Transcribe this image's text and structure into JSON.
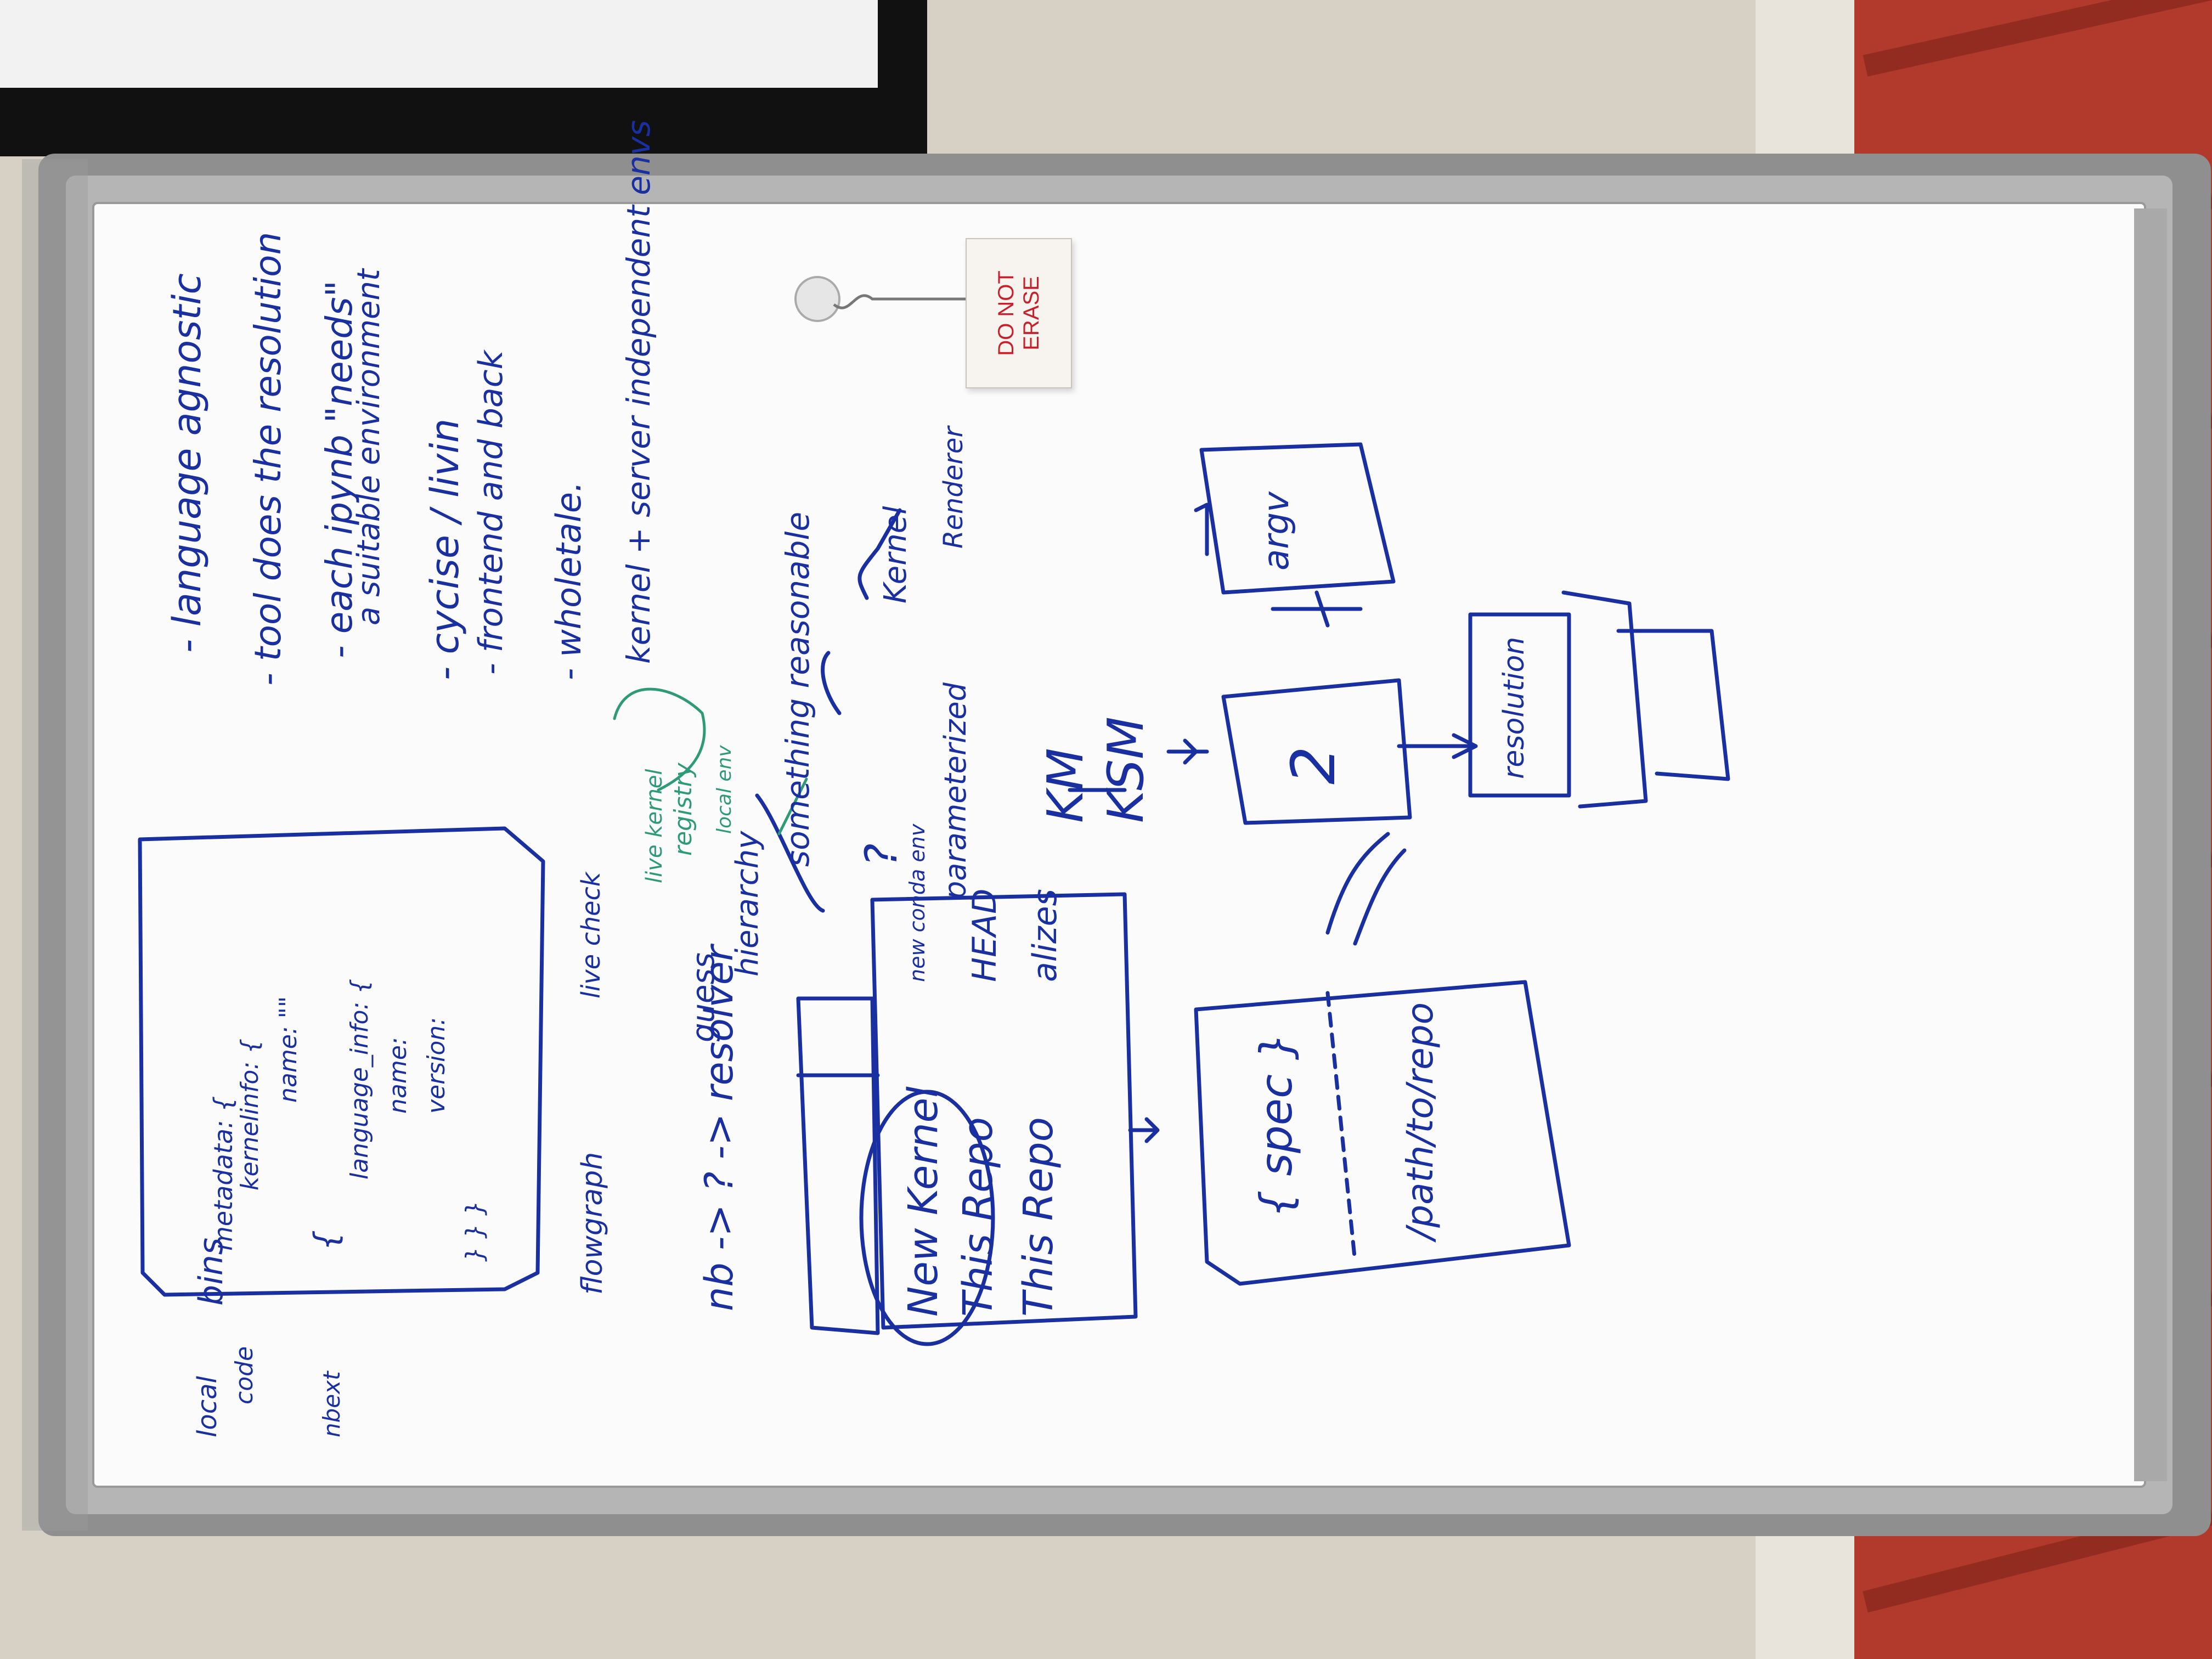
{
  "sign": {
    "line1": "DO NOT",
    "line2": "ERASE"
  },
  "notes": [
    "- language agnostic",
    "- tool does the resolution",
    "- each ipynb \"needs\"",
    "a suitable environment",
    "- cycise / livin",
    "- frontend and back",
    "- wholetale.",
    "kernel + server independent envs",
    "Kernel",
    "Renderer",
    "KM",
    "KSM",
    "parameterized",
    "something reasonable",
    "hierarchy",
    "guess",
    "nb -> ? -> resolver",
    "flowgraph",
    "live check",
    "registry",
    "live kernel",
    "local env",
    "metadata: {",
    "kernelinfo: {",
    "name: \"\"",
    "language_info: {",
    "name:",
    "version:",
    "} } }",
    "New Kernel",
    "This Repo",
    "This Repo",
    "new conda env",
    "HEAD",
    "alizes",
    "{ spec }",
    "/path/to/repo",
    "2",
    "resolution",
    "argv",
    "local",
    "code",
    "nbext",
    "bins",
    "{",
    "?"
  ],
  "colors": {
    "ink_blue": "#1a2fa0",
    "ink_green": "#2f9a77",
    "sign_red": "#c8202a",
    "board": "#fbfbfb"
  }
}
